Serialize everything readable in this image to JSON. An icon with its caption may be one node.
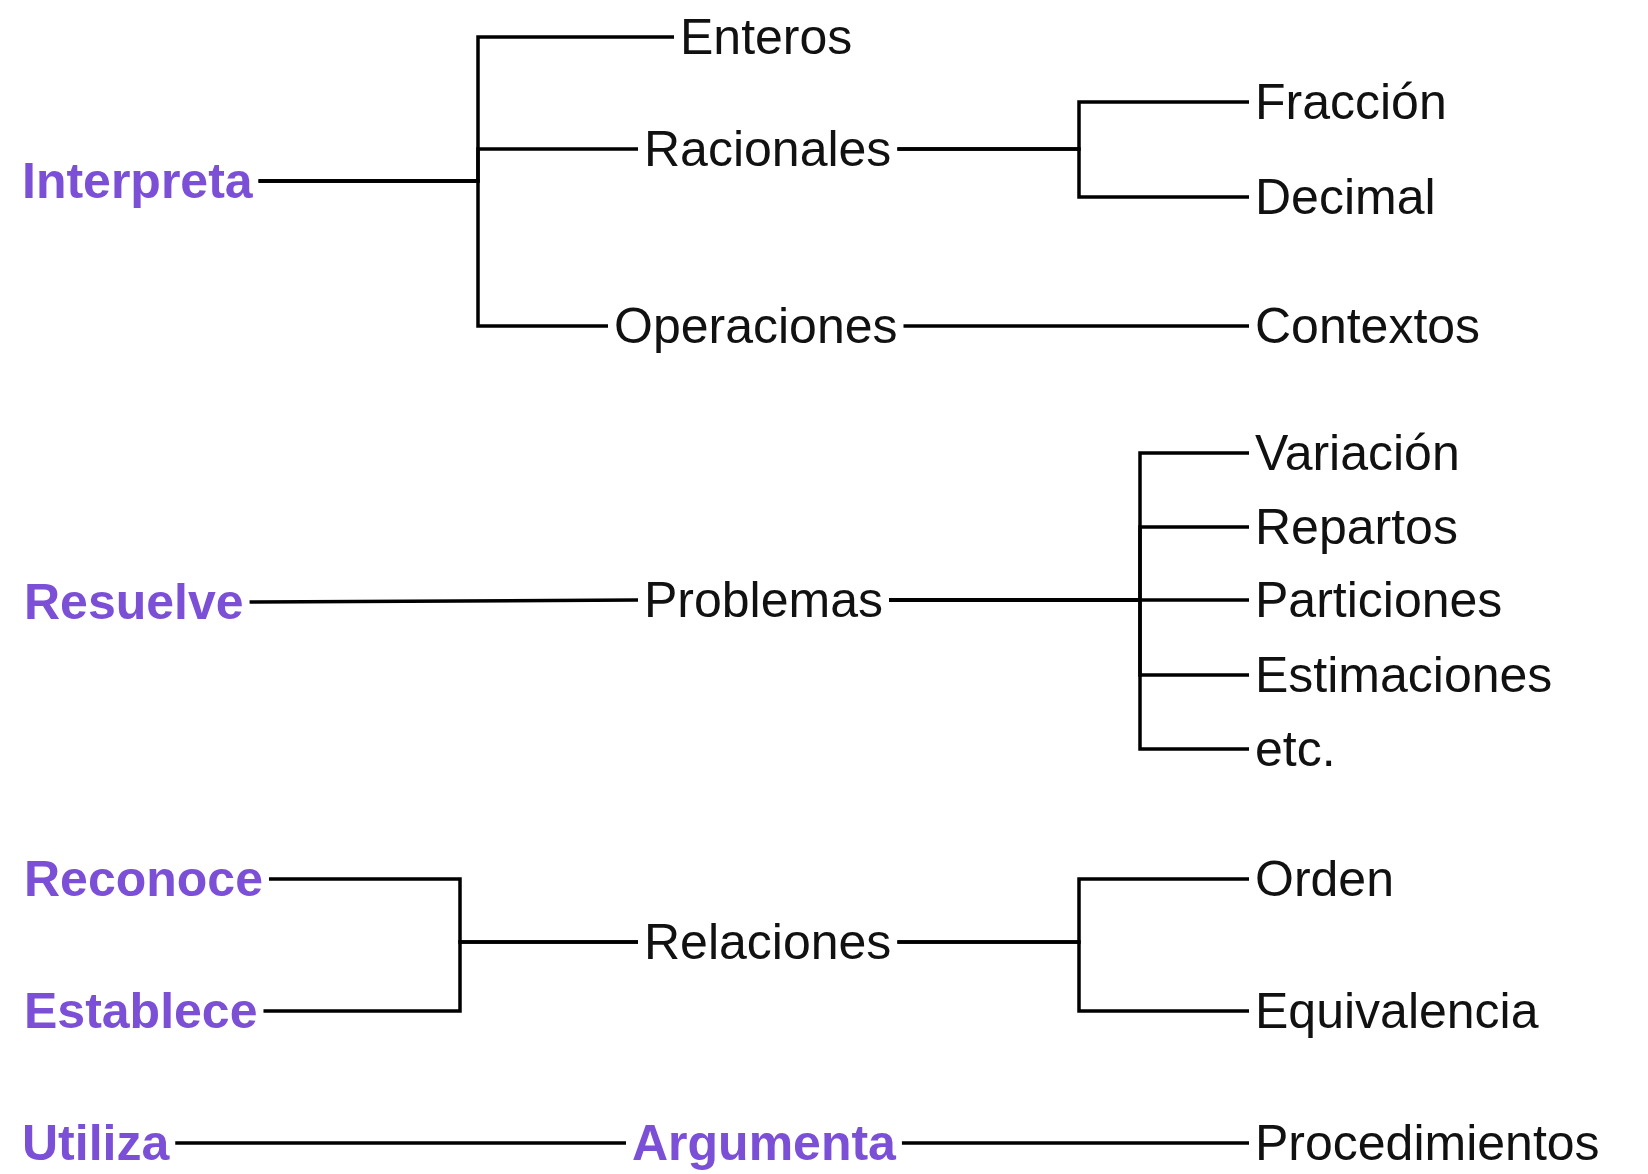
{
  "diagram": {
    "nodes": [
      {
        "text": [
          "Interpreta"
        ]
      },
      {
        "text": [
          "Enteros"
        ]
      },
      {
        "text": [
          "Racionales"
        ]
      },
      {
        "text": [
          "Operaciones"
        ]
      },
      {
        "text": [
          "Fracción"
        ]
      },
      {
        "text": [
          "Decimal"
        ]
      },
      {
        "text": [
          "Contextos"
        ]
      },
      {
        "text": [
          "Resuelve"
        ]
      },
      {
        "text": [
          "Problemas"
        ]
      },
      {
        "text": [
          "Variación"
        ]
      },
      {
        "text": [
          "Repartos"
        ]
      },
      {
        "text": [
          "Particiones"
        ]
      },
      {
        "text": [
          "Estimaciones"
        ]
      },
      {
        "text": [
          "etc."
        ]
      },
      {
        "text": [
          "Reconoce"
        ]
      },
      {
        "text": [
          "Establece"
        ]
      },
      {
        "text": [
          "Relaciones"
        ]
      },
      {
        "text": [
          "Orden"
        ]
      },
      {
        "text": [
          "Equivalencia"
        ]
      },
      {
        "text": [
          "Utiliza"
        ]
      },
      {
        "text": [
          "Argumenta"
        ]
      },
      {
        "text": [
          "Procedimientos"
        ]
      }
    ],
    "edges": [
      {
        "from": 0,
        "to": 1,
        "arrow": "none"
      },
      {
        "from": 0,
        "to": 2,
        "arrow": "none"
      },
      {
        "from": 0,
        "to": 3,
        "arrow": "none"
      },
      {
        "from": 2,
        "to": 4,
        "arrow": "none"
      },
      {
        "from": 2,
        "to": 5,
        "arrow": "none"
      },
      {
        "from": 3,
        "to": 6,
        "arrow": "none"
      },
      {
        "from": 7,
        "to": 8,
        "arrow": "none"
      },
      {
        "from": 8,
        "to": 9,
        "arrow": "none"
      },
      {
        "from": 8,
        "to": 10,
        "arrow": "none"
      },
      {
        "from": 8,
        "to": 11,
        "arrow": "none"
      },
      {
        "from": 8,
        "to": 12,
        "arrow": "none"
      },
      {
        "from": 8,
        "to": 13,
        "arrow": "none"
      },
      {
        "from": 14,
        "to": 16,
        "arrow": "none"
      },
      {
        "from": 15,
        "to": 16,
        "arrow": "none"
      },
      {
        "from": 16,
        "to": 17,
        "arrow": "none"
      },
      {
        "from": 16,
        "to": 18,
        "arrow": "none"
      },
      {
        "from": 19,
        "to": 20,
        "arrow": "none"
      },
      {
        "from": 20,
        "to": 21,
        "arrow": "none"
      }
    ]
  }
}
